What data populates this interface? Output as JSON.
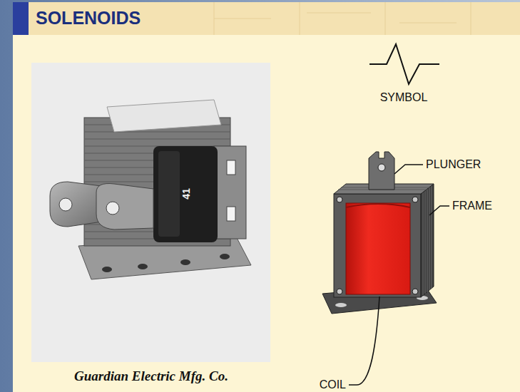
{
  "diagram": {
    "title": "SOLENOIDS",
    "labels": [
      "SYMBOL",
      "PLUNGER",
      "FRAME",
      "COIL",
      "41",
      "Guardian Electric Mfg. Co."
    ]
  }
}
